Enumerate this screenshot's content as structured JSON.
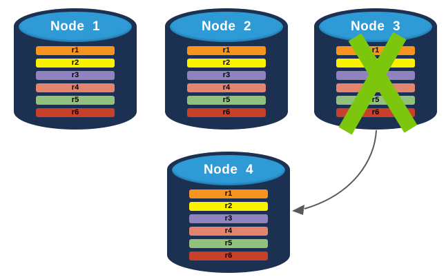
{
  "colors": {
    "background": "#FFFFFF",
    "cylinder_body": "#1C3052",
    "cylinder_top": "#2E9BD6",
    "node_label_text": "#FFFFFF",
    "row_label_text": "#000000",
    "cross": "#7CC70E",
    "arrow": "#595959"
  },
  "nodes": [
    {
      "label": "Node  1"
    },
    {
      "label": "Node  2"
    },
    {
      "label": "Node  3"
    },
    {
      "label": "Node  4"
    }
  ],
  "rows": [
    {
      "label": "r1",
      "color": "#F79420"
    },
    {
      "label": "r2",
      "color": "#FCF200"
    },
    {
      "label": "r3",
      "color": "#9083BF"
    },
    {
      "label": "r4",
      "color": "#E2846E"
    },
    {
      "label": "r5",
      "color": "#92C17E"
    },
    {
      "label": "r6",
      "color": "#C8402A"
    }
  ],
  "annotations": {
    "failed_node": "Node  3",
    "arrow_from": "Node  3",
    "arrow_to": "Node  4"
  }
}
